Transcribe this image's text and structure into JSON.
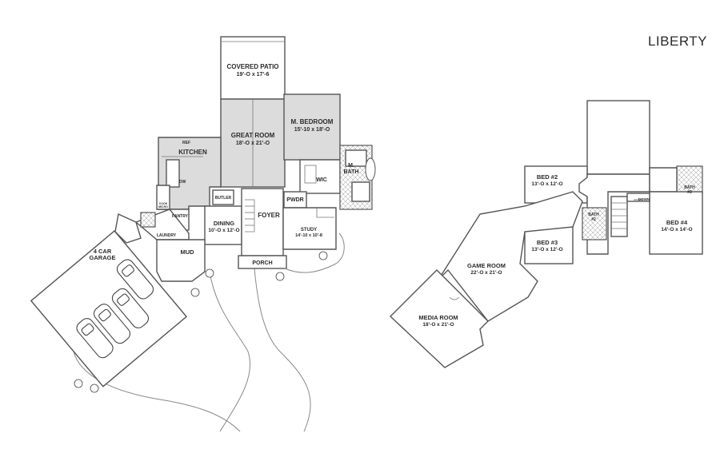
{
  "plan_name": "LIBERTY",
  "main_floor": {
    "covered_patio": {
      "name": "COVERED PATIO",
      "dims": "19'-O x 17'-6"
    },
    "great_room": {
      "name": "GREAT ROOM",
      "dims": "18'-O x 21'-O"
    },
    "master_bedroom": {
      "name": "M. BEDROOM",
      "dims": "15'-10 x 18'-O"
    },
    "kitchen": {
      "name": "KITCHEN"
    },
    "master_bath": {
      "line1": "M.",
      "line2": "BATH"
    },
    "wic": "WIC",
    "pwdr": "PWDR",
    "butler": "BUTLER",
    "ref": "REF",
    "dw": "DW",
    "pantry": "PANTRY",
    "cook_micro": {
      "line1": "COOK",
      "line2": "MICRO"
    },
    "laundry": "LAUNDRY",
    "dining": {
      "name": "DINING",
      "dims": "10'-O x 12'-O"
    },
    "foyer": "FOYER",
    "study": {
      "name": "STUDY",
      "dims": "14'-10 x 10'-8"
    },
    "porch": "PORCH",
    "mud": "MUD",
    "garage": {
      "line1": "4 CAR",
      "line2": "GARAGE"
    }
  },
  "upper_floor": {
    "bed2": {
      "name": "BED #2",
      "dims": "13'-O x 12'-O"
    },
    "bed3": {
      "name": "BED #3",
      "dims": "13'-O x 12'-O"
    },
    "bed4": {
      "name": "BED #4",
      "dims": "14'-O x 14'-O"
    },
    "bath2": {
      "line1": "BATH",
      "line2": "#2"
    },
    "bath3": {
      "line1": "BATH",
      "line2": "#3"
    },
    "down": "DOWN",
    "game_room": {
      "name": "GAME ROOM",
      "dims": "22'-O x 21'-O"
    },
    "media_room": {
      "name": "MEDIA ROOM",
      "dims": "18'-O x 21'-O"
    }
  }
}
